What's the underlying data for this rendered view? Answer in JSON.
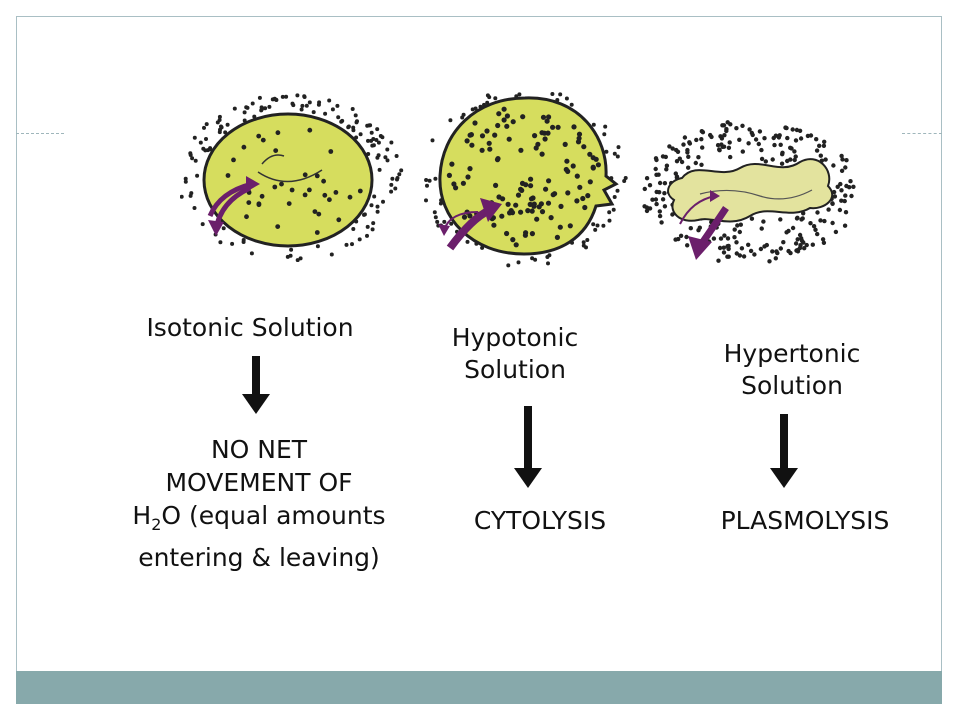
{
  "cells": [
    {
      "name": "isotonic",
      "label": "Isotonic Solution",
      "result_lines": [
        "NO NET",
        "MOVEMENT OF"
      ],
      "result_formula": {
        "prefix": "H",
        "subscript": "2",
        "suffix": "O (equal amounts"
      },
      "result_last": "entering & leaving)"
    },
    {
      "name": "hypotonic",
      "label_lines": [
        "Hypotonic",
        "Solution"
      ],
      "result": "CYTOLYSIS"
    },
    {
      "name": "hypertonic",
      "label_lines": [
        "Hypertonic",
        "Solution"
      ],
      "result": "PLASMOLYSIS"
    }
  ],
  "colors": {
    "cell_fill": "#d6dd5e",
    "cell_stroke": "#222222",
    "arrow_purple": "#6b1f6b",
    "footer": "#87a9ab"
  }
}
